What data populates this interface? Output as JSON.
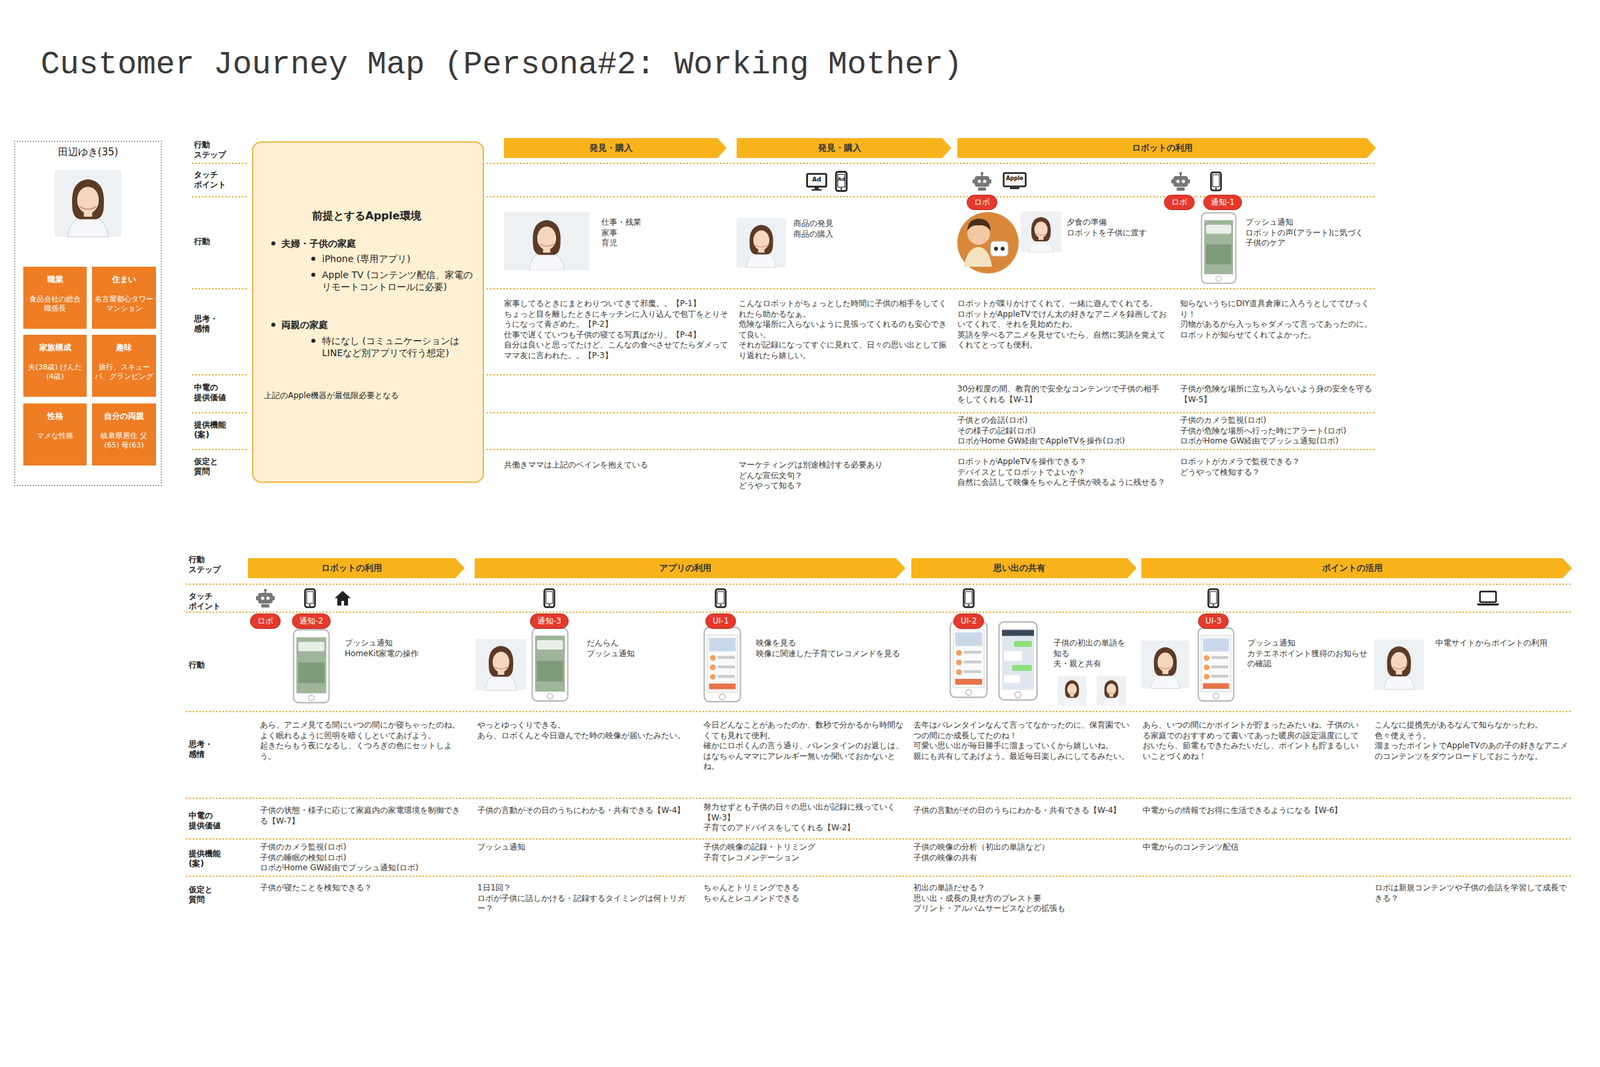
{
  "diagram": {
    "title": "Customer Journey Map (Persona#2: Working Mother)",
    "nodes": [
      {
        "text": [
          "田辺ゆき(35)"
        ]
      },
      {
        "text": [
          "職業",
          "食品会社の総合職係長"
        ],
        "in": 0
      },
      {
        "text": [
          "住まい",
          "名古屋都心タワーマンション"
        ],
        "in": 0
      },
      {
        "text": [
          "家族構成",
          "夫(38歳) けんた(4歳)"
        ],
        "in": 0
      },
      {
        "text": [
          "趣味",
          "旅行、スキューバ、グランピング"
        ],
        "in": 0
      },
      {
        "text": [
          "性格",
          "マメな性格"
        ],
        "in": 0
      },
      {
        "text": [
          "自分の両親",
          "岐阜県居住 父(65) 母(63)"
        ],
        "in": 0
      },
      {
        "text": [
          "前提とするApple環境",
          "夫婦・子供の家庭",
          "iPhone (専用アプリ)",
          "Apple TV (コンテンツ配信、家電のリモートコントロールに必要)",
          "両親の家庭",
          "特になし (コミュニケーションはLINEなど別アプリで行う想定)",
          "上記のApple機器が最低限必要となる"
        ]
      },
      {
        "text": [
          "発見・購入"
        ]
      },
      {
        "text": [
          "発見・購入"
        ]
      },
      {
        "text": [
          "ロボットの利用"
        ]
      },
      {
        "text": [
          "ロボ"
        ]
      },
      {
        "text": [
          "ロボ"
        ]
      },
      {
        "text": [
          "通知-1"
        ]
      },
      {
        "text": [
          "ロボットの利用"
        ]
      },
      {
        "text": [
          "ロボ"
        ]
      },
      {
        "text": [
          "通知-2"
        ]
      },
      {
        "text": [
          "アプリの利用"
        ]
      },
      {
        "text": [
          "通知-3"
        ]
      },
      {
        "text": [
          "UI-1"
        ]
      },
      {
        "text": [
          "思い出の共有"
        ]
      },
      {
        "text": [
          "UI-2"
        ]
      },
      {
        "text": [
          "ポイントの活用"
        ]
      },
      {
        "text": [
          "UI-3"
        ]
      }
    ],
    "labels": [
      "Ad",
      "Ad",
      "Apple",
      "行動 ステップ",
      "タッチ ポイント",
      "行動",
      "思考・ 感情",
      "中電の 提供価値",
      "提供機能 (案)",
      "仮定と 質問",
      "仕事・残業",
      "家事",
      "育児",
      "家事してるときにまとわりついてきて邪魔。。【P-1】",
      "ちょっと目を離したときにキッチンに入り込んで包丁をとりそうになって青ざめた。【P-2】",
      "仕事で遅くていつも子供の寝てる写真ばかり。【P-4】",
      "自分は良いと思ってたけど、こんなの食べさせてたらダメってママ友に言われた。。【P-3】",
      "共働きママは上記のペインを抱えている",
      "商品の発見",
      "商品の購入",
      "こんなロボットがちょっとした時間に子供の相手をしてくれたら助かるなぁ。",
      "危険な場所に入らないように見張ってくれるのも安心できて良い。",
      "それが記録になってすぐに見れて、日々の思い出として振り返れたら嬉しい。",
      "マーケティングは別途検討する必要あり",
      "どんな宣伝文句？",
      "どうやって知る？",
      "夕食の準備",
      "ロボットを子供に渡す",
      "ロボットが喋りかけてくれて、一緒に遊んでくれてる。",
      "ロボットがAppleTVでけん太の好きなアニメを録画しておいてくれて、それを見始めたわ。",
      "英語を学べるアニメを見せていたら、自然に英語を覚えてくれてとっても便利。",
      "30分程度の間、教育的で安全なコンテンツで子供の相手をしてくれる【W-1】",
      "子供との会話(ロボ)",
      "その様子の記録(ロボ)",
      "ロボがHome GW経由でAppleTVを操作(ロボ)",
      "ロボットがAppleTVを操作できる？",
      "デバイスとしてロボットでよいか？",
      "自然に会話して映像をちゃんと子供が映るように残せる？",
      "プッシュ通知",
      "ロボットの声(アラート)に気づく",
      "子供のケア",
      "知らないうちにDIY道具倉庫に入ろうとしててびっくり！",
      "刃物があるから入っちゃダメって言ってあったのに。",
      "ロボットが知らせてくれてよかった。",
      "子供が危険な場所に立ち入らないよう身の安全を守る【W-5】",
      "子供のカメラ監視(ロボ)",
      "子供が危険な場所へ行った時にアラート(ロボ)",
      "ロボがHome GW経由でプッシュ通知(ロボ)",
      "ロボットがカメラで監視できる？",
      "どうやって検知する？",
      "行動 ステップ",
      "タッチ ポイント",
      "行動",
      "思考・ 感情",
      "中電の 提供価値",
      "提供機能 (案)",
      "仮定と 質問",
      "プッシュ通知",
      "HomeKit家電の操作",
      "あら、アニメ見てる間にいつの間にか寝ちゃったのね。",
      "よく眠れるように照明を暗くしといてあげよう。",
      "起きたらもう夜になるし、くつろぎの色にセットしよう。",
      "子供の状態・様子に応じて家庭内の家電環境を制御できる【W-7】",
      "子供のカメラ監視(ロボ)",
      "子供の睡眠の検知(ロボ)",
      "ロボがHome GW経由でプッシュ通知(ロボ)",
      "子供が寝たことを検知できる？",
      "だんらん",
      "プッシュ通知",
      "やっとゆっくりできる。",
      "あら、ロボくんと今日遊んでた時の映像が届いたみたい。",
      "子供の言動がその日のうちにわかる・共有できる【W-4】",
      "プッシュ通知",
      "1日1回？",
      "ロボが子供に話しかける・記録するタイミングは何トリガー？",
      "映像を見る",
      "映像に関連した子育てレコメンドを見る",
      "今日どんなことがあったのか、数秒で分かるから時間なくても見れて便利。",
      "確かにロボくんの言う通り、バレンタインのお返しは、はなちゃんママにアレルギー無いか聞いておかないとね。",
      "努力せずとも子供の日々の思い出が記録に残っていく【W-3】",
      "子育てのアドバイスをしてくれる【W-2】",
      "子供の映像の記録・トリミング",
      "子育てレコメンデーション",
      "ちゃんとトリミングできる",
      "ちゃんとレコメンドできる",
      "子供の初出の単語を知る",
      "夫・親と共有",
      "去年はバレンタインなんて言ってなかったのに、保育園でいつの間にか成長してたのね！",
      "可愛い思い出が毎日勝手に溜まっていくから嬉しいね。",
      "親にも共有してあげよう。最近毎日楽しみにしてるみたい。",
      "子供の言動がその日のうちにわかる・共有できる【W-4】",
      "子供の映像の分析（初出の単語など）",
      "子供の映像の共有",
      "初出の単語だせる？",
      "思い出・成長の見せ方のブレスト要",
      "プリント・アルバムサービスなどの拡張も",
      "プッシュ通知",
      "カテエネポイント獲得のお知らせの確認",
      "あら、いつの間にかポイントが貯まったみたいね。子供のいる家庭でのおすすめって書いてあった暖房の設定温度にしておいたら、節電もできたみたいだし、ポイントも貯まるしいいことづくめね！",
      "中電からの情報でお得に生活できるようになる【W-6】",
      "中電からのコンテンツ配信",
      "中電サイトからポイントの利用",
      "こんなに提携先があるなんて知らなかったわ。",
      "色々使えそう。",
      "溜まったポイントでAppleTVのあの子の好きなアニメのコンテンツをダウンロードしておこうかな。",
      "ロボは新規コンテンツや子供の会話を学習して成長できる？"
    ]
  }
}
